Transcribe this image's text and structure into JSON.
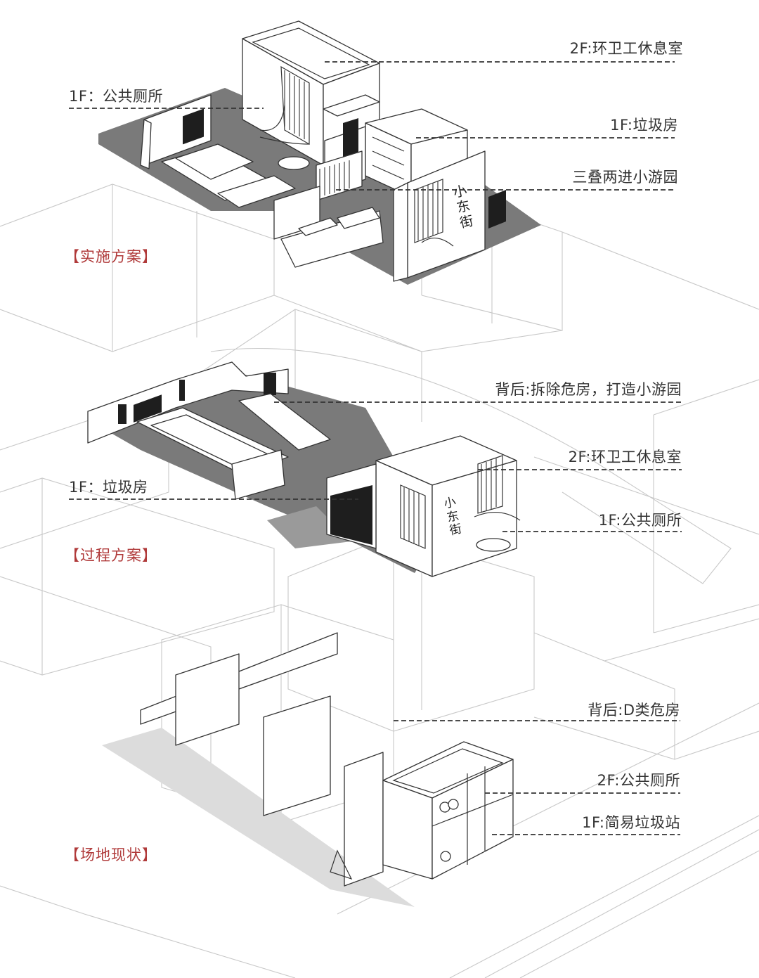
{
  "colors": {
    "label_text": "#333333",
    "section_title": "#b03a3a",
    "leader": "#333333",
    "context_lines": "#c8c8c8",
    "ground": "#7a7a7a"
  },
  "sections": [
    {
      "title": "【实施方案】",
      "labels": [
        {
          "text": "2F:环卫工休息室"
        },
        {
          "text": "1F：公共厕所"
        },
        {
          "text": "1F:垃圾房"
        },
        {
          "text": "三叠两进小游园"
        }
      ],
      "sign_text": "小东街"
    },
    {
      "title": "【过程方案】",
      "labels": [
        {
          "text": "背后:拆除危房，打造小游园"
        },
        {
          "text": "2F:环卫工休息室"
        },
        {
          "text": "1F：垃圾房"
        },
        {
          "text": "1F:公共厕所"
        }
      ],
      "sign_text": "小东街"
    },
    {
      "title": "【场地现状】",
      "labels": [
        {
          "text": "背后:D类危房"
        },
        {
          "text": "2F:公共厕所"
        },
        {
          "text": "1F:简易垃圾站"
        }
      ]
    }
  ]
}
